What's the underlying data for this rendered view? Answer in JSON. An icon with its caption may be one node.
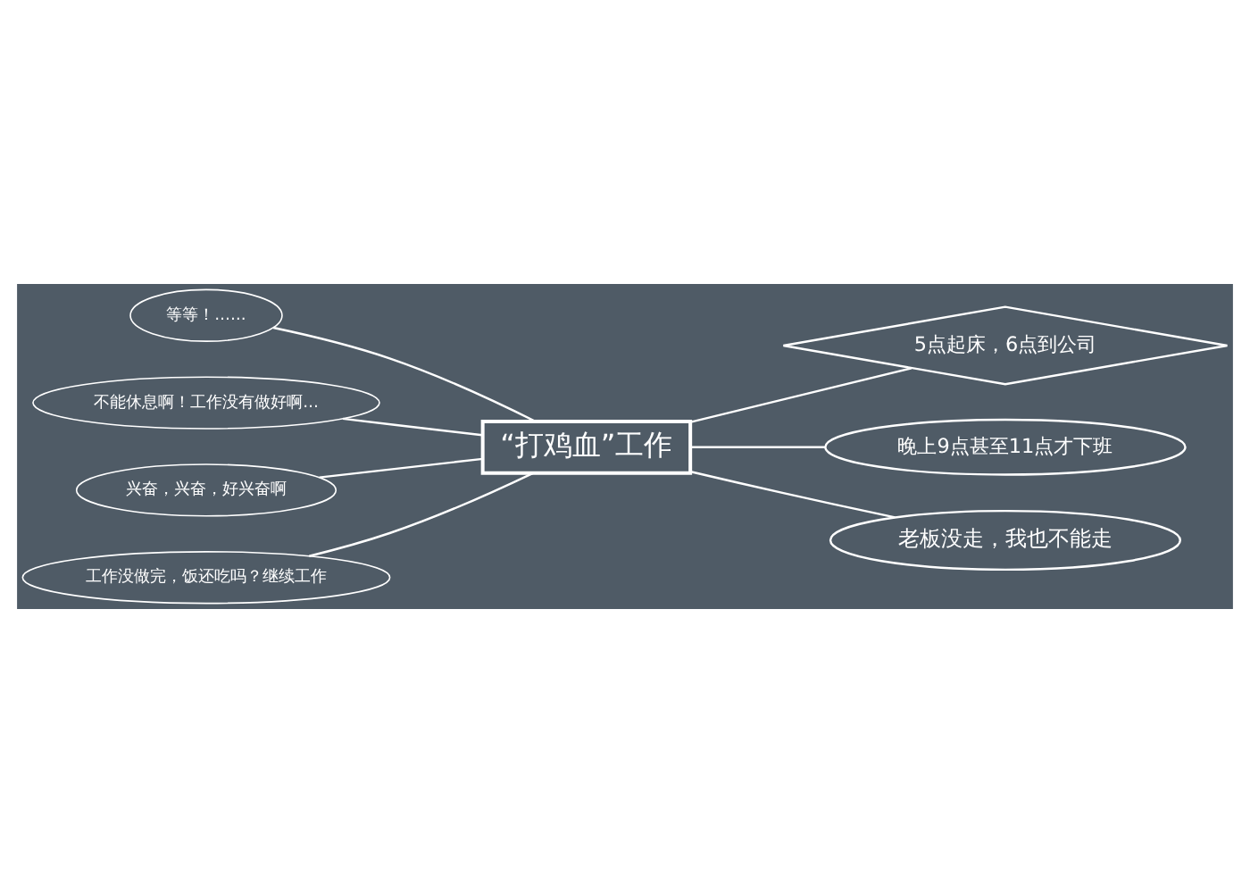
{
  "diagram": {
    "nodes": [
      {
        "text": [
          "“打鸡血”工作"
        ]
      },
      {
        "text": [
          "等等！……"
        ]
      },
      {
        "text": [
          "不能休息啊！工作没有做好啊…"
        ]
      },
      {
        "text": [
          "兴奋，兴奋，好兴奋啊"
        ]
      },
      {
        "text": [
          "工作没做完，饭还吃吗？继续工作"
        ]
      },
      {
        "text": [
          "5点起床，6点到公司"
        ]
      },
      {
        "text": [
          "晚上9点甚至11点才下班"
        ]
      },
      {
        "text": [
          "老板没走，我也不能走"
        ]
      }
    ],
    "edges": [
      {
        "from": 0,
        "to": 1,
        "arrow": "none"
      },
      {
        "from": 0,
        "to": 2,
        "arrow": "none"
      },
      {
        "from": 0,
        "to": 3,
        "arrow": "none"
      },
      {
        "from": 0,
        "to": 4,
        "arrow": "none"
      },
      {
        "from": 0,
        "to": 5,
        "arrow": "none"
      },
      {
        "from": 0,
        "to": 6,
        "arrow": "none"
      },
      {
        "from": 0,
        "to": 7,
        "arrow": "none"
      }
    ]
  }
}
